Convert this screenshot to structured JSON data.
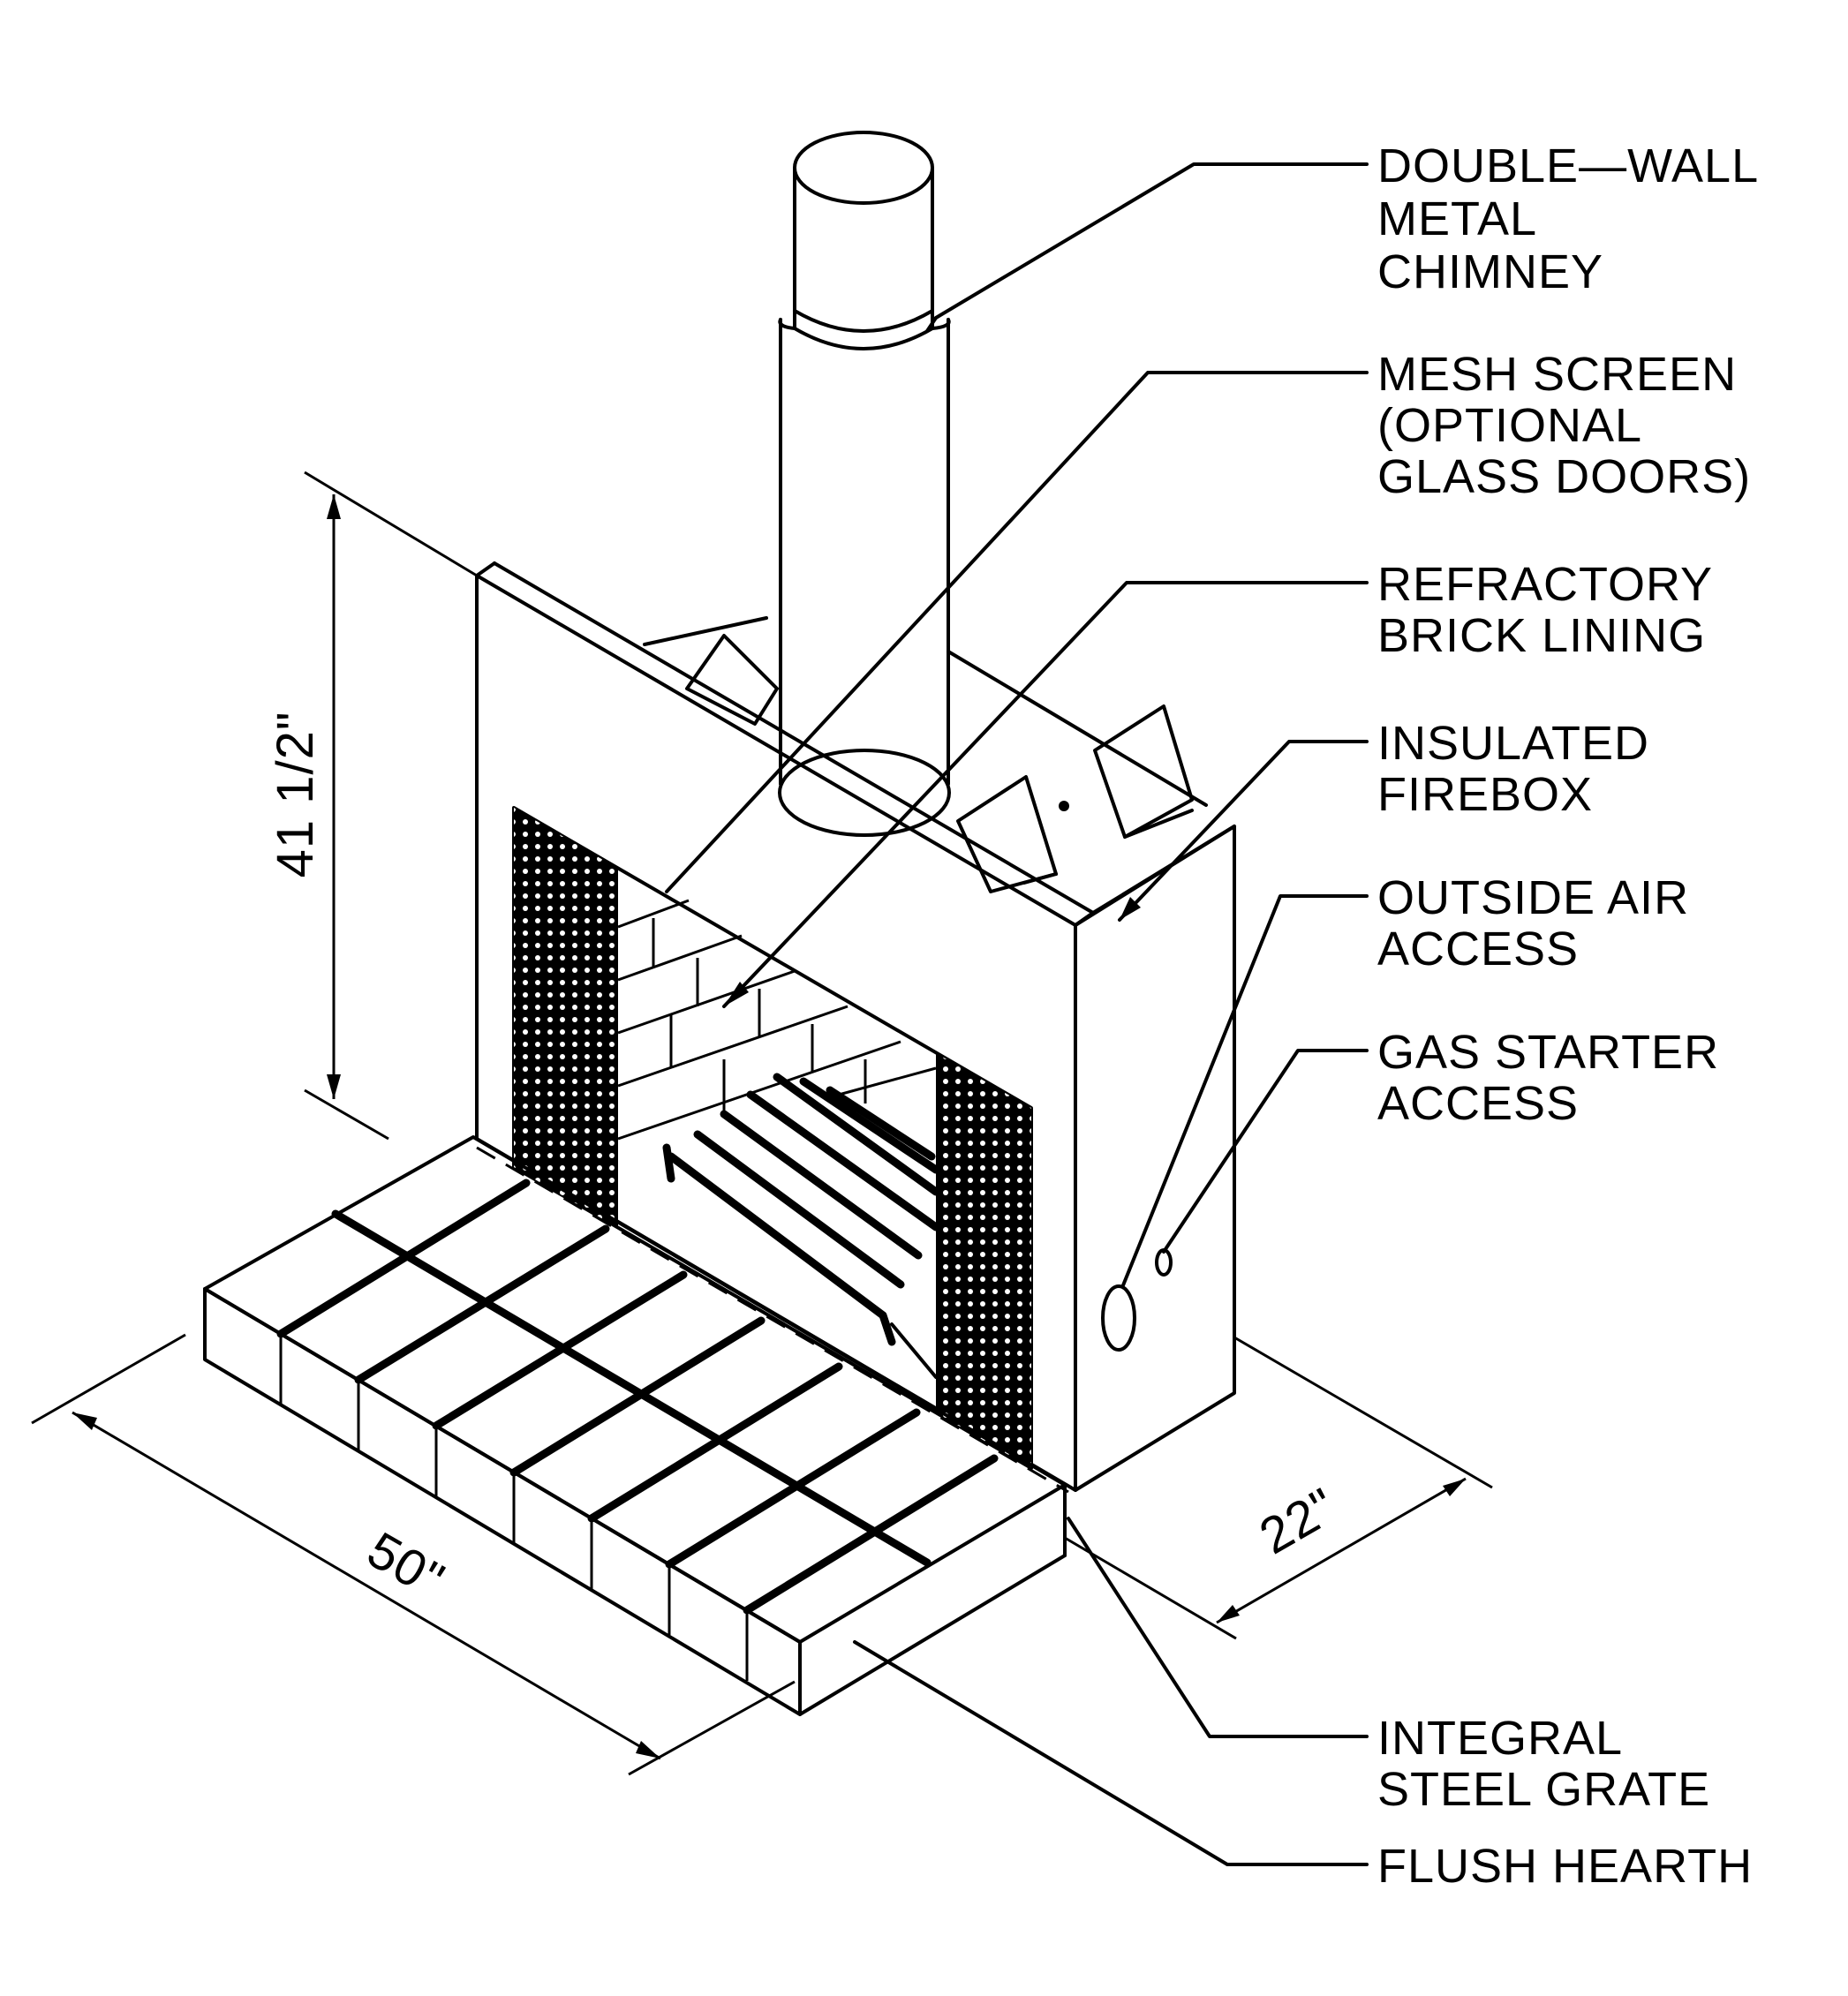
{
  "callouts": [
    {
      "id": "chimney",
      "lines": [
        "DOUBLE—WALL",
        "METAL",
        "CHIMNEY"
      ]
    },
    {
      "id": "screen",
      "lines": [
        "MESH  SCREEN",
        "(OPTIONAL",
        "GLASS  DOORS)"
      ]
    },
    {
      "id": "brick",
      "lines": [
        "REFRACTORY",
        "BRICK  LINING"
      ]
    },
    {
      "id": "firebox",
      "lines": [
        "INSULATED",
        "FIREBOX"
      ]
    },
    {
      "id": "air",
      "lines": [
        "OUTSIDE  AIR",
        "ACCESS"
      ]
    },
    {
      "id": "gas",
      "lines": [
        "GAS  STARTER",
        "ACCESS"
      ]
    },
    {
      "id": "grate",
      "lines": [
        "INTEGRAL",
        "STEEL  GRATE"
      ]
    },
    {
      "id": "hearth",
      "lines": [
        "FLUSH  HEARTH"
      ]
    }
  ],
  "dimensions": {
    "height": "41  1/2\"",
    "width": "50\"",
    "depth": "22\""
  }
}
